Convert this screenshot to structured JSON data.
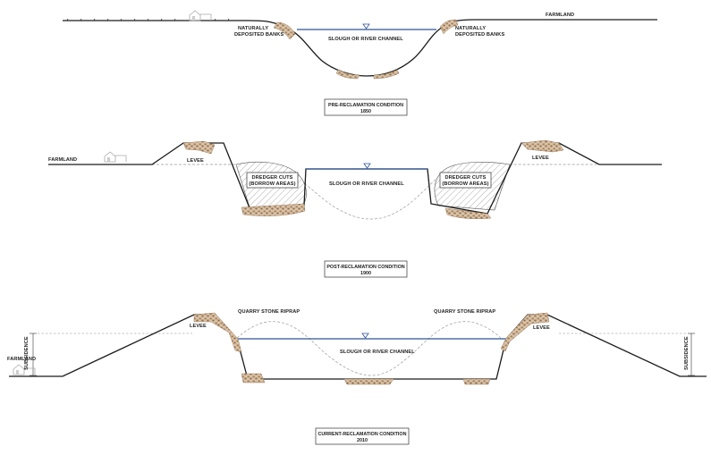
{
  "panels": {
    "pre": {
      "left_bank_label": [
        "NATURALLY",
        "DEPOSITED BANKS"
      ],
      "right_bank_label": [
        "NATURALLY",
        "DEPOSITED BANKS"
      ],
      "farmland_label": "FARMLAND",
      "channel_label": "SLOUGH OR RIVER CHANNEL",
      "caption_title": "PRE-RECLAMATION CONDITION",
      "caption_year": "1850"
    },
    "post": {
      "farmland_label": "FARMLAND",
      "levee_left_label": "LEVEE",
      "levee_right_label": "LEVEE",
      "dredger_left_label": [
        "DREDGER CUTS",
        "(BORROW AREAS)"
      ],
      "dredger_right_label": [
        "DREDGER CUTS",
        "(BORROW AREAS)"
      ],
      "channel_label": "SLOUGH OR RIVER CHANNEL",
      "caption_title": "POST-RECLAMATION CONDITION",
      "caption_year": "1900"
    },
    "current": {
      "farmland_label": "FARMLAND",
      "subsidence_left_label": "SUBSIDENCE",
      "subsidence_right_label": "SUBSIDENCE",
      "riprap_left_label": "QUARRY STONE RIPRAP",
      "riprap_right_label": "QUARRY STONE RIPRAP",
      "levee_left_label": "LEVEE",
      "levee_right_label": "LEVEE",
      "channel_label": "SLOUGH OR RIVER CHANNEL",
      "caption_title": "CURRENT-RECLAMATION CONDITION",
      "caption_year": "2010"
    }
  },
  "colors": {
    "ground": "#1a1a1a",
    "water": "#2f5597",
    "soil": "#b08a66",
    "dashed_profile": "#9a9a9a"
  },
  "icons": {
    "farmhouse": "farmhouse-icon",
    "water_level": "water-level-triangle-icon"
  }
}
